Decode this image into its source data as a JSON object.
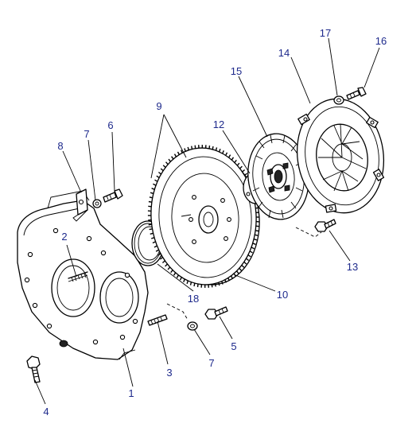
{
  "callouts": {
    "c1": "1",
    "c2": "2",
    "c3": "3",
    "c4": "4",
    "c5": "5",
    "c6": "6",
    "c7a": "7",
    "c7b": "7",
    "c8": "8",
    "c9": "9",
    "c10": "10",
    "c12": "12",
    "c13": "13",
    "c14": "14",
    "c15": "15",
    "c16": "16",
    "c17": "17",
    "c18": "18"
  },
  "colors": {
    "callout_text": "#1e2a8c",
    "line_art": "#000000",
    "background": "#ffffff"
  }
}
